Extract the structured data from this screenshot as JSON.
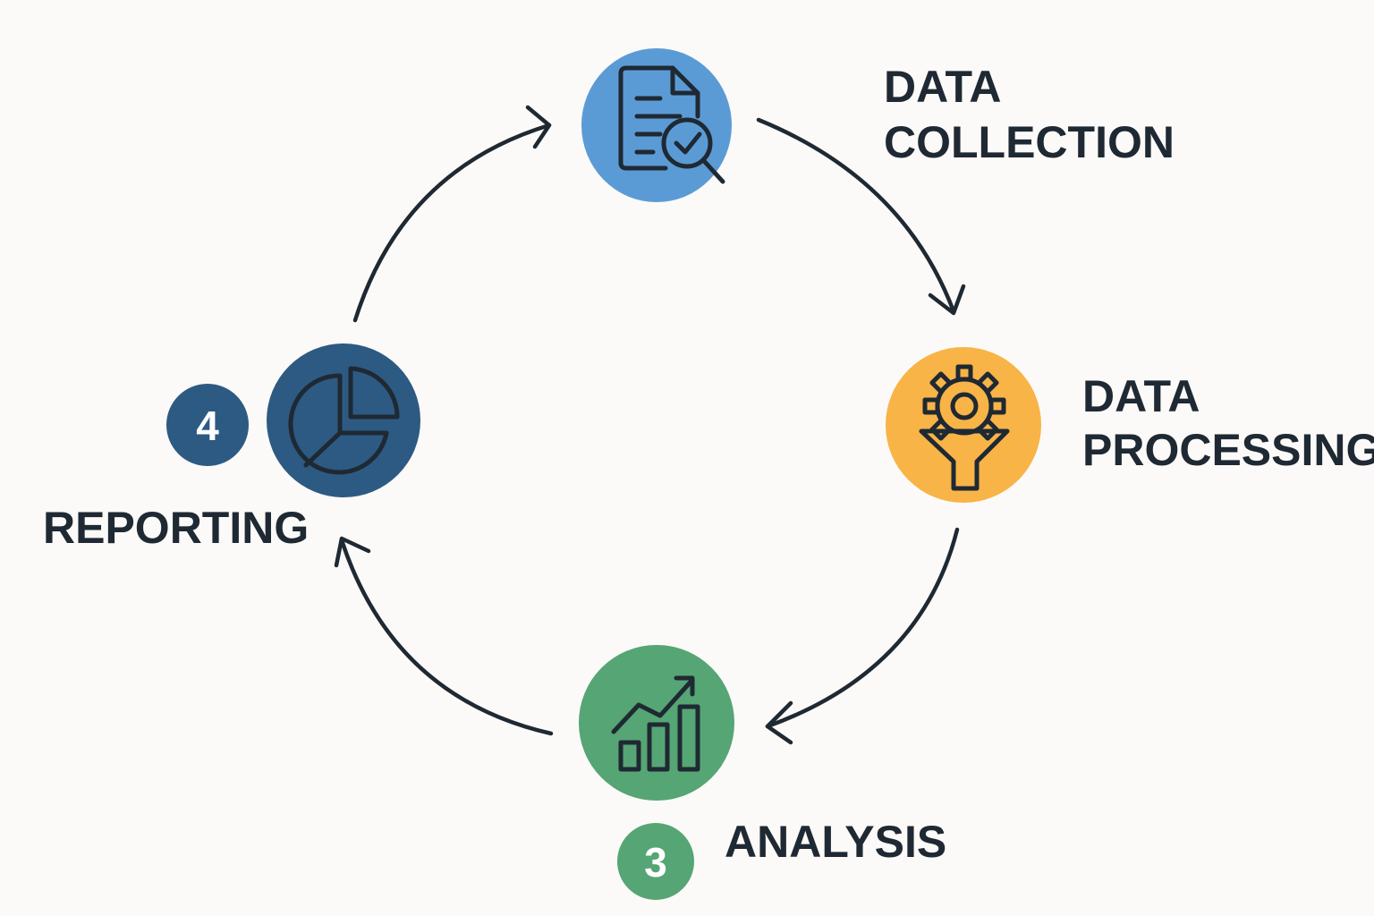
{
  "colors": {
    "background": "#fbfaf8",
    "collection": "#5b9bd5",
    "processing": "#f8b447",
    "analysis": "#56a574",
    "reporting": "#2d5a82",
    "ink": "#1f2933"
  },
  "stages": {
    "collection": {
      "label_line1": "DATA",
      "label_line2": "COLLECTION",
      "icon": "document-search-check-icon"
    },
    "processing": {
      "label_line1": "DATA",
      "label_line2": "PROCESSING",
      "icon": "gear-funnel-icon"
    },
    "analysis": {
      "label": "ANALYSIS",
      "badge": "3",
      "icon": "bar-chart-trend-icon"
    },
    "reporting": {
      "label": "REPORTING",
      "badge": "4",
      "icon": "pie-chart-icon"
    }
  }
}
